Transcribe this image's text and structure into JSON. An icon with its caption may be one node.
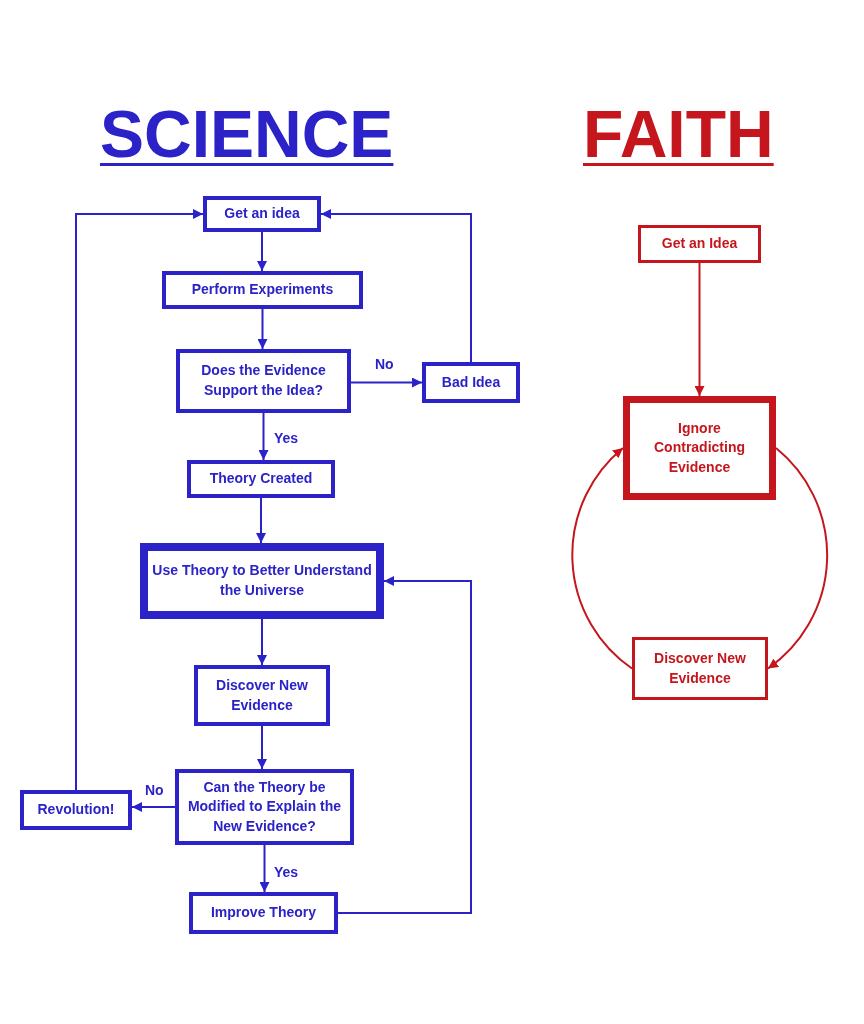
{
  "diagram": {
    "nodes": [
      {
        "text": [
          "Get an idea"
        ]
      },
      {
        "text": [
          "Perform Experiments"
        ]
      },
      {
        "text": [
          "Does the Evidence Support the Idea?"
        ]
      },
      {
        "text": [
          "Bad Idea"
        ]
      },
      {
        "text": [
          "Theory Created"
        ]
      },
      {
        "text": [
          "Use Theory to Better Understand the Universe"
        ]
      },
      {
        "text": [
          "Discover New Evidence"
        ]
      },
      {
        "text": [
          "Can the Theory be Modified to Explain the New Evidence?"
        ]
      },
      {
        "text": [
          "Revolution!"
        ]
      },
      {
        "text": [
          "Improve Theory"
        ]
      },
      {
        "text": [
          "Get an Idea"
        ]
      },
      {
        "text": [
          "Ignore Contradicting Evidence"
        ]
      },
      {
        "text": [
          "Discover New Evidence"
        ]
      }
    ],
    "edges": [
      {
        "from": 0,
        "to": 1,
        "arrow": "to"
      },
      {
        "from": 1,
        "to": 2,
        "arrow": "to"
      },
      {
        "from": 2,
        "to": 3,
        "arrow": "to",
        "label": "No"
      },
      {
        "from": 3,
        "to": 0,
        "arrow": "to"
      },
      {
        "from": 2,
        "to": 4,
        "arrow": "to",
        "label": "Yes"
      },
      {
        "from": 4,
        "to": 5,
        "arrow": "to"
      },
      {
        "from": 5,
        "to": 6,
        "arrow": "to"
      },
      {
        "from": 6,
        "to": 7,
        "arrow": "to"
      },
      {
        "from": 7,
        "to": 8,
        "arrow": "to",
        "label": "No"
      },
      {
        "from": 8,
        "to": 0,
        "arrow": "to"
      },
      {
        "from": 7,
        "to": 9,
        "arrow": "to",
        "label": "Yes"
      },
      {
        "from": 9,
        "to": 5,
        "arrow": "to"
      },
      {
        "from": 10,
        "to": 11,
        "arrow": "to",
        "color": "#c4161c"
      },
      {
        "from": 11,
        "to": 12,
        "arrow": "to",
        "color": "#c4161c"
      },
      {
        "from": 12,
        "to": 11,
        "arrow": "to",
        "color": "#c4161c"
      }
    ],
    "labels": [
      "SCIENCE",
      "FAITH"
    ]
  }
}
